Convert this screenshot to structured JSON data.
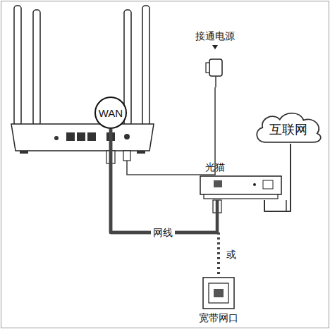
{
  "diagram": {
    "nodes": [
      {
        "text": [
          "WAN"
        ]
      },
      {
        "text": [
          "接通电源"
        ]
      },
      {
        "text": [
          "互联网"
        ]
      },
      {
        "text": [
          "光猫"
        ]
      },
      {
        "text": [
          "宽带网口"
        ]
      }
    ],
    "edges": [
      {
        "from": 0,
        "to": 3,
        "arrow": "none",
        "label": "网线"
      },
      {
        "from": 0,
        "to": 4,
        "arrow": "none",
        "label": "或"
      },
      {
        "from": 3,
        "to": 2,
        "arrow": "none"
      }
    ]
  }
}
